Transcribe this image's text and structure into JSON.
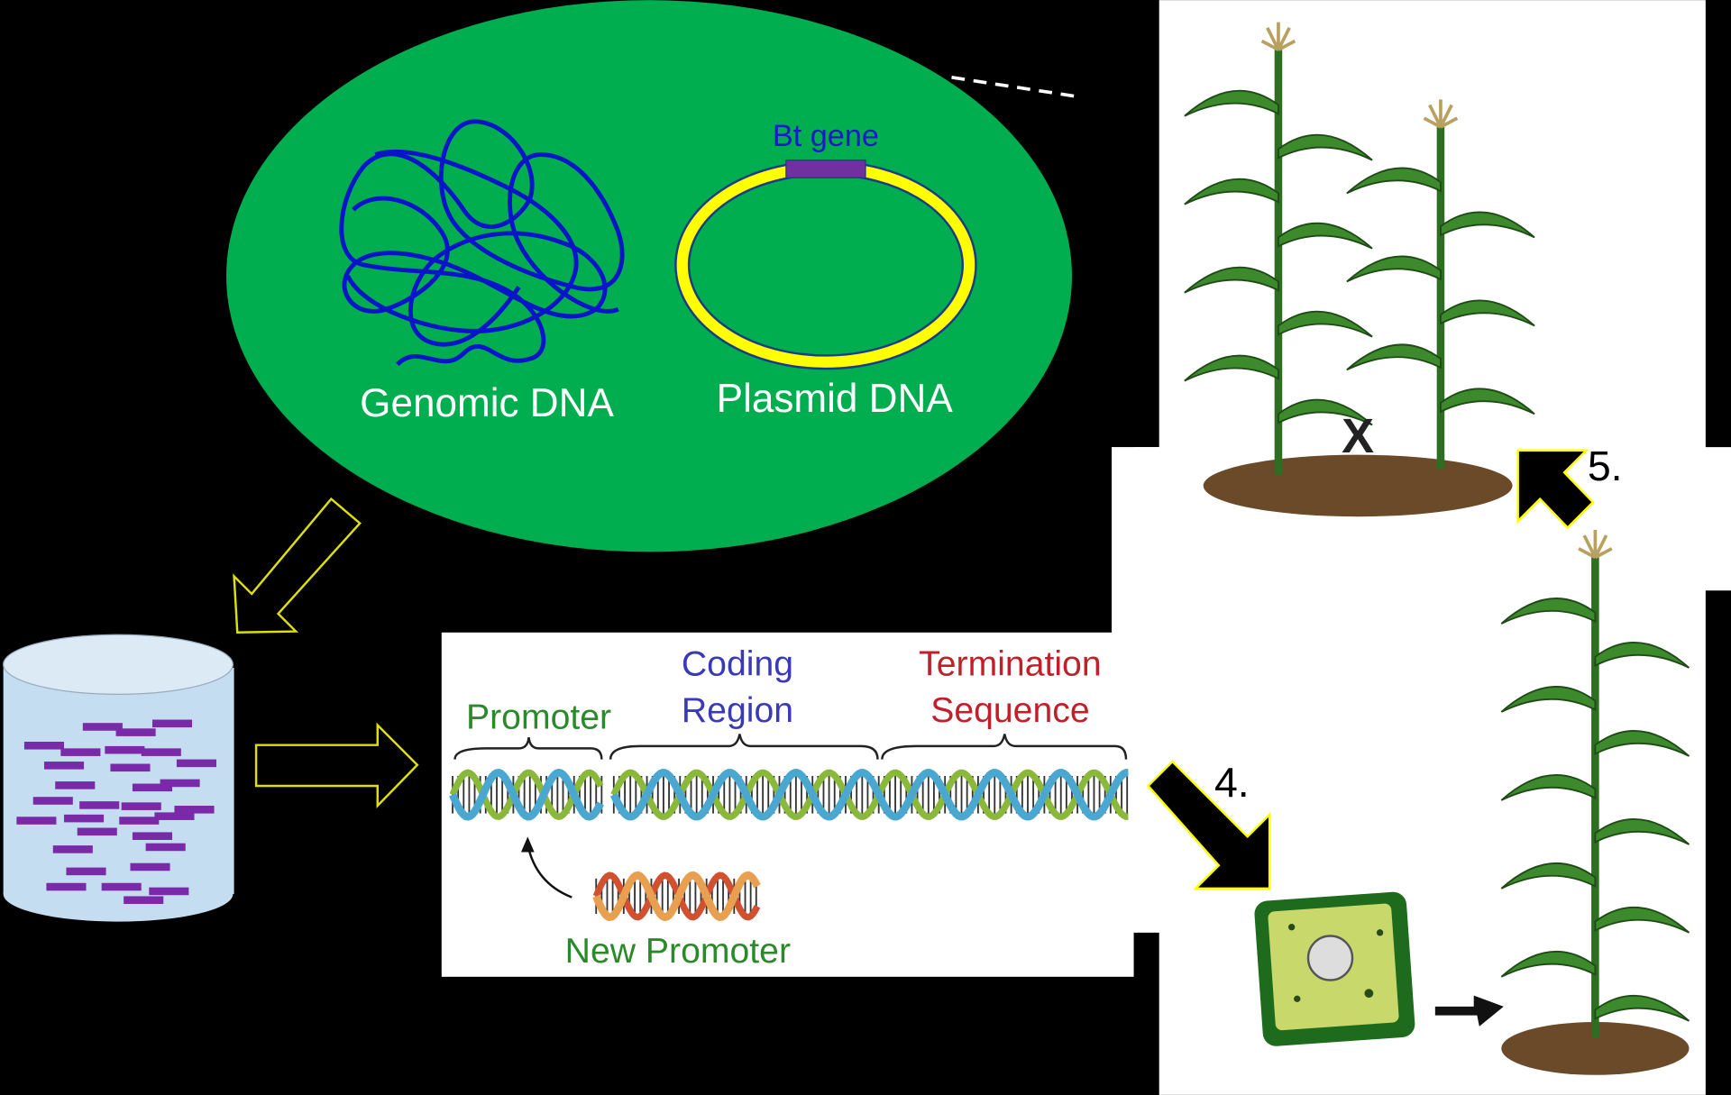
{
  "cell": {
    "genomic_label": "Genomic DNA",
    "plasmid_label": "Plasmid DNA",
    "gene_label": "Bt gene"
  },
  "construct": {
    "promoter_label": "Promoter",
    "coding_label_line1": "Coding",
    "coding_label_line2": "Region",
    "termination_label_line1": "Termination",
    "termination_label_line2": "Sequence",
    "new_promoter_label": "New Promoter"
  },
  "steps": {
    "step4": "4.",
    "step5": "5.",
    "cross_mark": "X"
  },
  "colors": {
    "cell": "#00ad4f",
    "genomic_dna": "#0a14c8",
    "plasmid": "#ffff00",
    "bt_gene": "#7030a0",
    "promoter": "#2a8a2a",
    "coding": "#3a3ab8",
    "termination": "#c0202a",
    "hollow_arrow": "#e0e000",
    "cylinder": "#c5ddf0",
    "fragment": "#7a2aa8",
    "plant": "#3c8a2c",
    "soil": "#6b4a2a"
  }
}
